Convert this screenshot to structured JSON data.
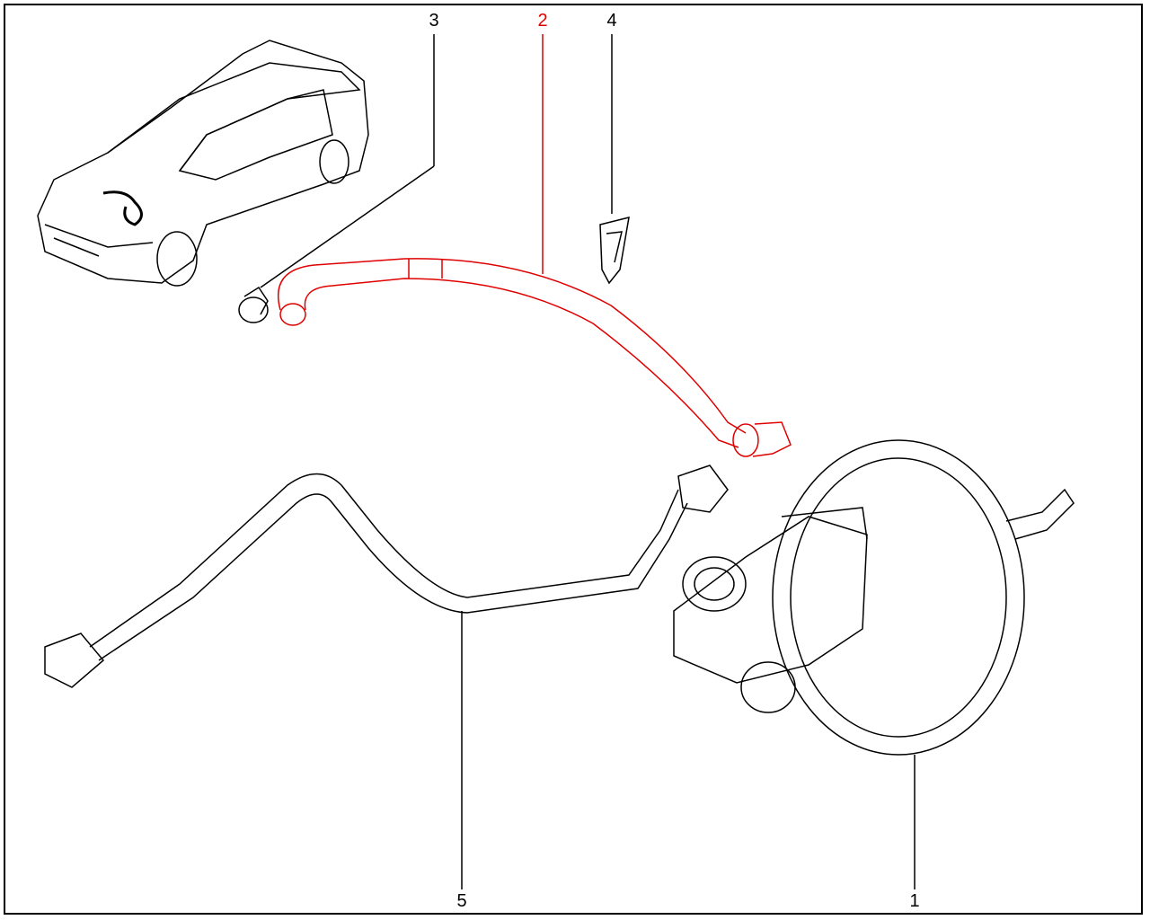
{
  "diagram": {
    "callouts": [
      {
        "number": "1",
        "part": "vacuum-brake-booster"
      },
      {
        "number": "2",
        "part": "vacuum-hose",
        "highlighted": true
      },
      {
        "number": "3",
        "part": "hose-clamp"
      },
      {
        "number": "4",
        "part": "hose-holder-clip"
      },
      {
        "number": "5",
        "part": "vacuum-sensor-wire"
      }
    ],
    "colors": {
      "highlight": "#e00000",
      "line": "#000000"
    }
  }
}
